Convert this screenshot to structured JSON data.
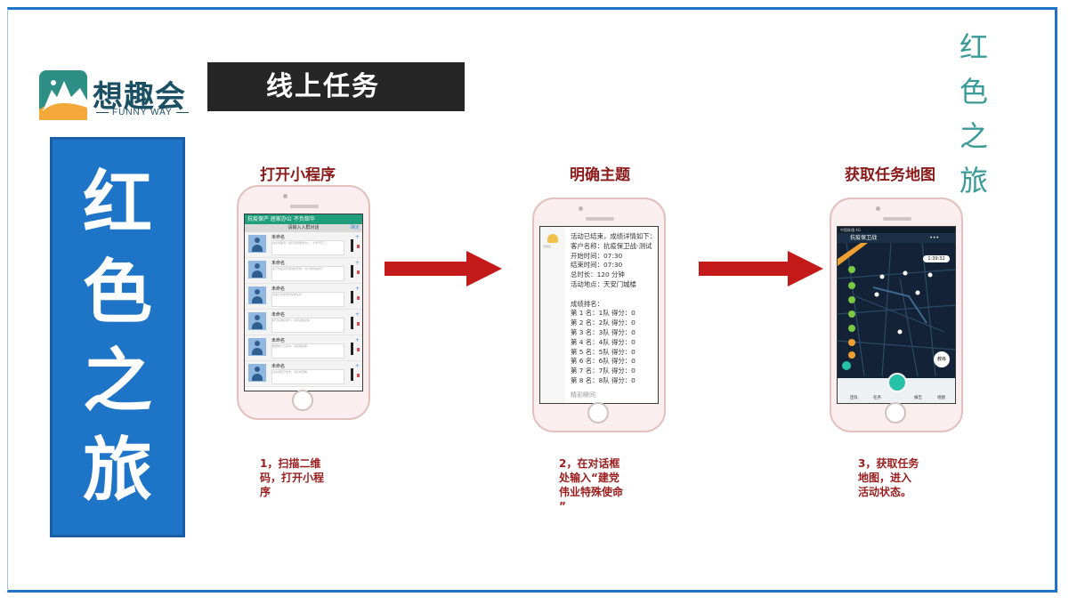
{
  "logo": {
    "name": "想趣会",
    "sub": "FUNNY WAY"
  },
  "banner": {
    "title": "线上任务"
  },
  "stamp": {
    "line1": "红 色",
    "line2": "之 旅"
  },
  "vertical": [
    "红",
    "色",
    "之",
    "旅"
  ],
  "steps": [
    {
      "title": "打开小程序",
      "note": [
        "1，扫描二维",
        "码，打开小程",
        "序"
      ]
    },
    {
      "title": "明确主题",
      "note": [
        "2，在对话框",
        "处输入“建党",
        "伟业特殊使命",
        "”"
      ]
    },
    {
      "title": "获取任务地图",
      "note": [
        "3，获取任务",
        "地图，进入",
        "活动状态。"
      ]
    }
  ],
  "screen1": {
    "header": "抗疫保产 居家办公 不负韶华",
    "sub": "请输入入群对话",
    "sub_right": "确定",
    "rows": [
      {
        "name": "未命名",
        "msg": "在疫情期间，我们坚持居家办公，大家辛苦了！"
      },
      {
        "name": "未命名",
        "msg": "关于抗疫宣传活动的安排，请大家积极参与"
      },
      {
        "name": "未命名",
        "msg": "请各位同学按时完成任务"
      },
      {
        "name": "未命名",
        "msg": "我们将继续努力，共同战胜疫情"
      },
      {
        "name": "未命名",
        "msg": "数据统计已完成，请查看结果"
      },
      {
        "name": "未命名",
        "msg": "活动通知已发布，请及时查看"
      }
    ]
  },
  "screen2": {
    "logo_label": "想趣会",
    "lines": [
      "活动已结束，成绩详情如下：",
      "客户名称：抗疫保卫战-测试",
      "开始时间：07:30",
      "结束时间：07:30",
      "总时长：120 分钟",
      "活动地点：天安门城楼",
      "",
      "成绩排名：",
      "第 1 名：1队 得分：0",
      "第 2 名：2队 得分：0",
      "第 3 名：3队 得分：0",
      "第 4 名：4队 得分：0",
      "第 5 名：5队 得分：0",
      "第 6 名：6队 得分：0",
      "第 7 名：7队 得分：0",
      "第 8 名：8队 得分：0"
    ],
    "footer": "精彩瞬间"
  },
  "screen3": {
    "status": "中国联通 4G",
    "title": "抗疫保卫战",
    "timer": "1:39:32",
    "btn": "教练",
    "nav": [
      "团队",
      "任务",
      "报告",
      "地图"
    ]
  },
  "colors": {
    "blue": "#1e75c8",
    "red_arrow": "#c41a1a",
    "title_red": "#8b1a1a",
    "banner": "#262626"
  }
}
